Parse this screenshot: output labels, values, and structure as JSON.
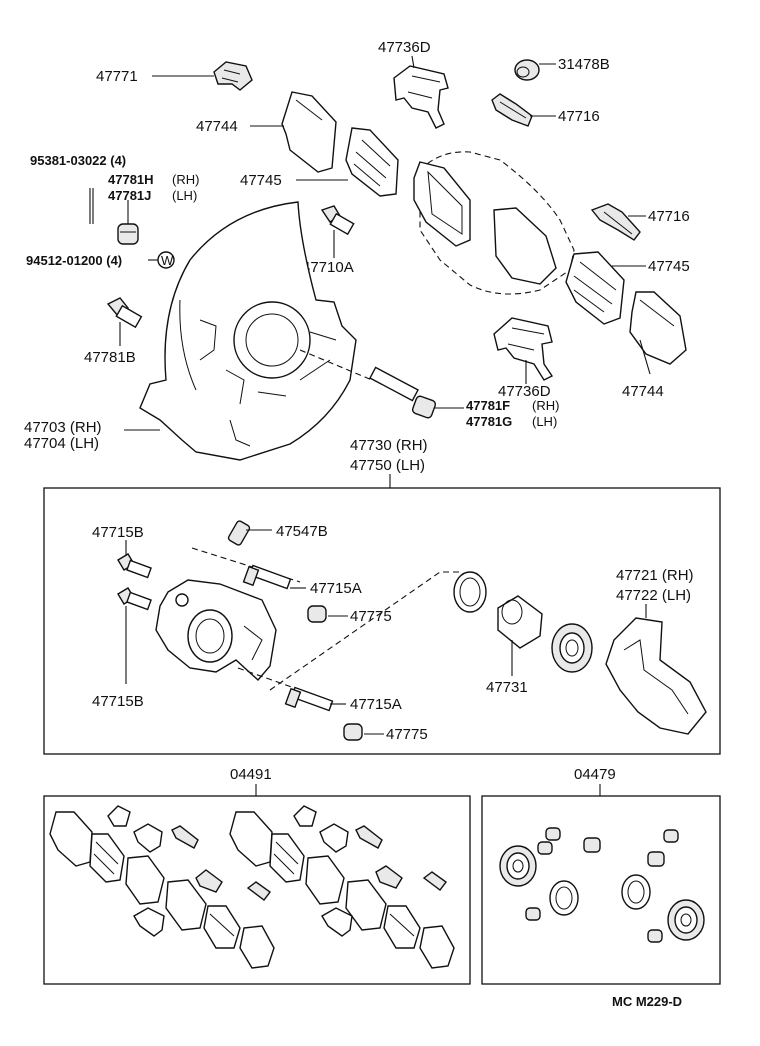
{
  "labels": {
    "p47771": "47771",
    "p47736d_top": "47736D",
    "p31478b": "31478B",
    "p47716_top": "47716",
    "p47744_top": "47744",
    "p47745_top": "47745",
    "p95381": "95381-03022 (4)",
    "p47781h": "47781H",
    "p47781h_side": "(RH)",
    "p47781j": "47781J",
    "p47781j_side": "(LH)",
    "p94512": "94512-01200 (4)",
    "p47710a": "47710A",
    "p47716_mid": "47716",
    "p47745_mid": "47745",
    "p47781b": "47781B",
    "p47736d_mid": "47736D",
    "p47744_mid": "47744",
    "p47781f": "47781F",
    "p47781f_side": "(RH)",
    "p47781g": "47781G",
    "p47781g_side": "(LH)",
    "p47703": "47703 (RH)",
    "p47704": "47704 (LH)",
    "p47730": "47730 (RH)",
    "p47750": "47750 (LH)",
    "p47715b_top": "47715B",
    "p47547b": "47547B",
    "p47715a_top": "47715A",
    "p47775_top": "47775",
    "p47721": "47721 (RH)",
    "p47722": "47722 (LH)",
    "p47731": "47731",
    "p47715b_bot": "47715B",
    "p47715a_bot": "47715A",
    "p47775_bot": "47775",
    "p04491": "04491",
    "p04479": "04479",
    "washer_mark": "W",
    "footer_code": "MC  M229-D"
  }
}
